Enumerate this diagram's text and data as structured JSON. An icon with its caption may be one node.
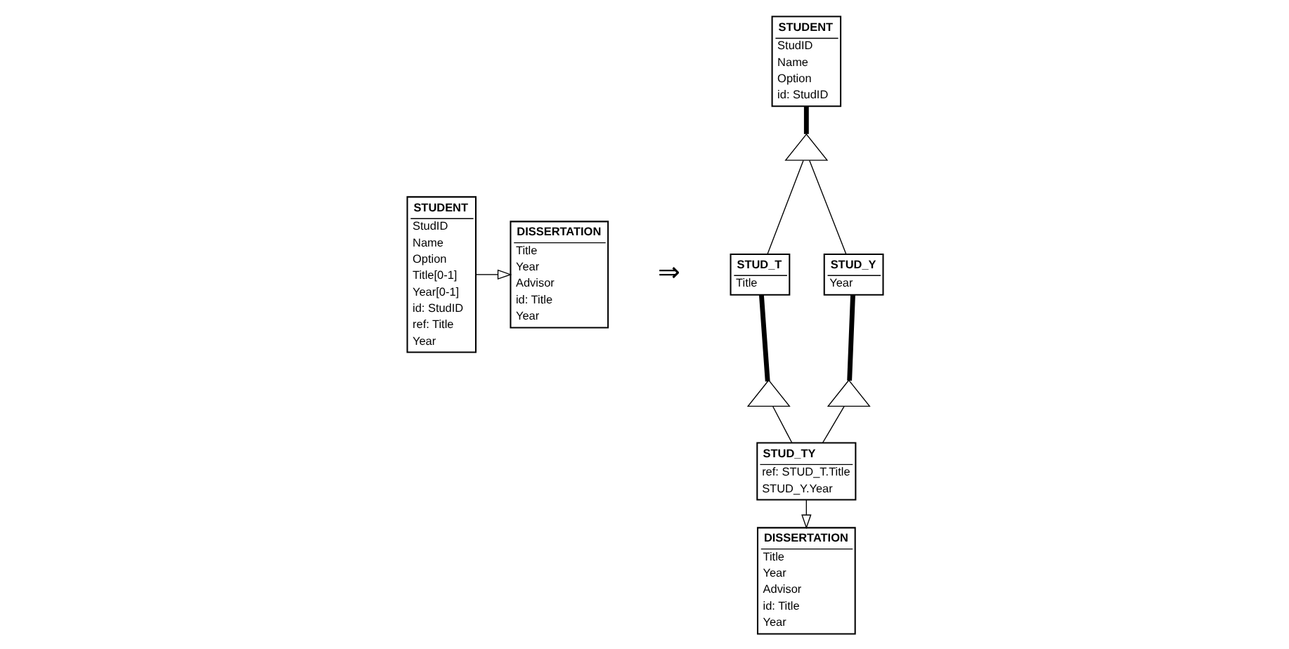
{
  "diagram": {
    "nodes": [
      {
        "text": [
          "STUDENT",
          "StudID",
          "Name",
          "Option",
          "Title[0-1]",
          "Year[0-1]",
          "id: StudID",
          "ref: Title",
          "Year"
        ]
      },
      {
        "text": [
          "DISSERTATION",
          "Title",
          "Year",
          "Advisor",
          "id: Title",
          "Year"
        ]
      },
      {
        "text": [
          "STUDENT",
          "StudID",
          "Name",
          "Option",
          "id: StudID"
        ]
      },
      {
        "text": [],
        "shape": "triangle"
      },
      {
        "text": [
          "STUD_T",
          "Title"
        ]
      },
      {
        "text": [
          "STUD_Y",
          "Year"
        ]
      },
      {
        "text": [],
        "shape": "triangle"
      },
      {
        "text": [],
        "shape": "triangle"
      },
      {
        "text": [
          "STUD_TY",
          "ref: STUD_T.Title",
          "STUD_Y.Year"
        ]
      },
      {
        "text": [
          "DISSERTATION",
          "Title",
          "Year",
          "Advisor",
          "id: Title",
          "Year"
        ]
      }
    ],
    "edges": [
      {
        "from": 0,
        "to": 1,
        "arrow": "to"
      },
      {
        "from": 2,
        "to": 3,
        "arrow": "none",
        "style": "thick"
      },
      {
        "from": 3,
        "to": 4,
        "arrow": "none"
      },
      {
        "from": 3,
        "to": 5,
        "arrow": "none"
      },
      {
        "from": 4,
        "to": 6,
        "arrow": "none",
        "style": "thick"
      },
      {
        "from": 5,
        "to": 7,
        "arrow": "none",
        "style": "thick"
      },
      {
        "from": 6,
        "to": 8,
        "arrow": "none"
      },
      {
        "from": 7,
        "to": 8,
        "arrow": "none"
      },
      {
        "from": 8,
        "to": 9,
        "arrow": "to"
      }
    ],
    "labels": [
      "⇒"
    ]
  }
}
